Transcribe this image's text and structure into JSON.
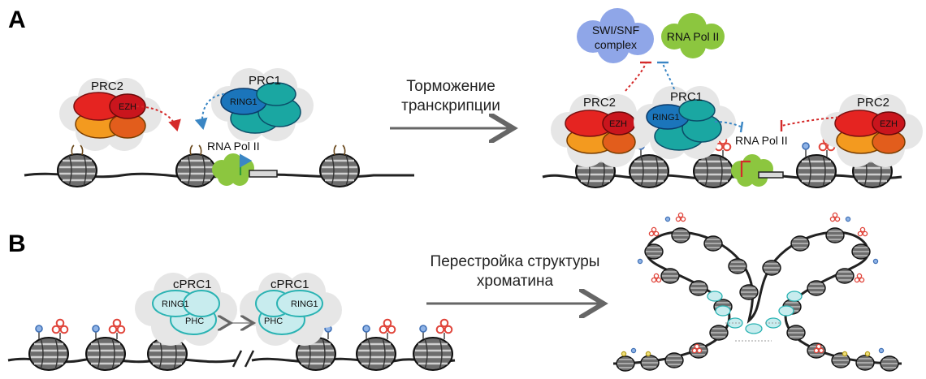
{
  "panels": {
    "a": "A",
    "b": "B"
  },
  "arrows": {
    "a_line1": "Торможение",
    "a_line2": "транскрипции",
    "b_line1": "Перестройка структуры",
    "b_line2": "хроматина"
  },
  "labels": {
    "prc2": "PRC2",
    "prc1": "PRC1",
    "ezh": "EZH",
    "ring1": "RING1",
    "rna_pol": "RNA Pol II",
    "swi_line1": "SWI/SNF",
    "swi_line2": "complex",
    "cprc1": "cPRC1",
    "phc": "PHC"
  },
  "colors": {
    "prc2_red": "#e52421",
    "prc2_orange": "#f39a1f",
    "ezh_red": "#c9151d",
    "prc1_blue": "#1b75bb",
    "prc1_teal": "#1aa7a2",
    "polii_green": "#8cc63f",
    "swi_blue": "#8fa6e8",
    "cprc1_fill": "#c8ecee",
    "cprc1_stroke": "#2ab3b3",
    "mark_red": "#e0443a",
    "mark_blue": "#3e6fb5",
    "inhibit_red": "#d42a2a",
    "inhibit_blue": "#3a86c4"
  }
}
